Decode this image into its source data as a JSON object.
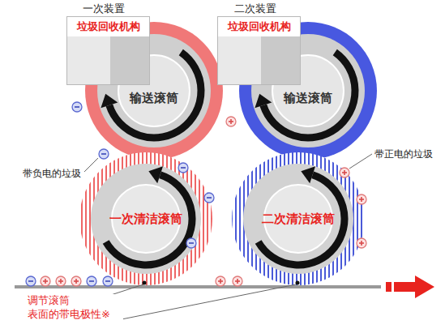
{
  "diagram": {
    "nodes": [
      {
        "text": [
          "垃圾回收机构"
        ]
      },
      {
        "text": [
          "输送滚筒"
        ]
      },
      {
        "text": [
          "一次清洁滚筒"
        ]
      },
      {
        "text": [
          "垃圾回收机构"
        ]
      },
      {
        "text": [
          "输送滚筒"
        ]
      },
      {
        "text": [
          "二次清洁滚筒"
        ]
      }
    ],
    "labels": [
      "一次装置",
      "二次装置",
      "带负电的垃圾",
      "带正电的垃圾",
      "调节滚筒 表面的带电极性※"
    ]
  }
}
